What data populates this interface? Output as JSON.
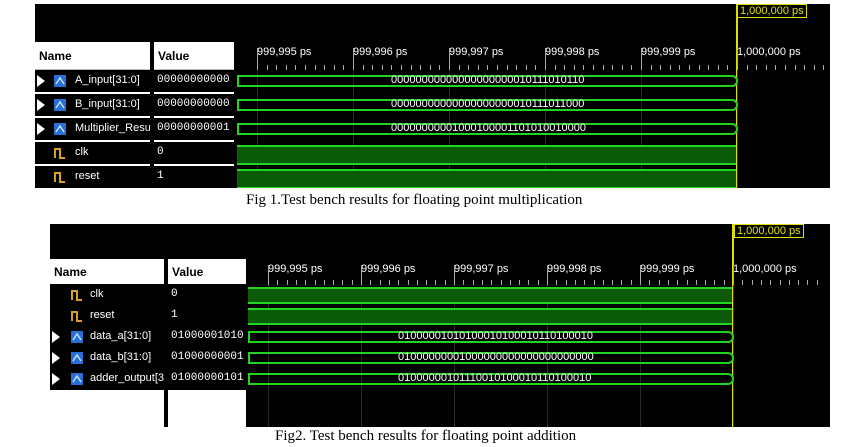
{
  "fig1": {
    "caption": "Fig 1.Test bench results for floating point multiplication",
    "cursor_label": "1,000,000 ps",
    "col_name": "Name",
    "col_value": "Value",
    "ticks": [
      "999,995 ps",
      "999,996 ps",
      "999,997 ps",
      "999,998 ps",
      "999,999 ps",
      "1,000,000 ps"
    ],
    "signals": [
      {
        "name": "A_input[31:0]",
        "value": "00000000000",
        "wave": "00000000000000000000010111010110",
        "kind": "bus"
      },
      {
        "name": "B_input[31:0]",
        "value": "00000000000",
        "wave": "00000000000000000000010111011000",
        "kind": "bus"
      },
      {
        "name": "Multiplier_Resu",
        "value": "00000000001",
        "wave": "00000000001000100001101010010000",
        "kind": "bus"
      },
      {
        "name": "clk",
        "value": "0",
        "kind": "bit"
      },
      {
        "name": "reset",
        "value": "1",
        "kind": "bit"
      }
    ]
  },
  "fig2": {
    "caption": "Fig2. Test bench results for floating point addition",
    "cursor_label": "1,000,000 ps",
    "col_name": "Name",
    "col_value": "Value",
    "ticks": [
      "999,995 ps",
      "999,996 ps",
      "999,997 ps",
      "999,998 ps",
      "999,999 ps",
      "1,000,000 ps"
    ],
    "signals": [
      {
        "name": "clk",
        "value": "0",
        "kind": "bit"
      },
      {
        "name": "reset",
        "value": "1",
        "kind": "bit"
      },
      {
        "name": "data_a[31:0]",
        "value": "01000001010",
        "wave": "01000001010100010100010110100010",
        "kind": "bus"
      },
      {
        "name": "data_b[31:0]",
        "value": "01000000001",
        "wave": "01000000001000000000000000000000",
        "kind": "bus"
      },
      {
        "name": "adder_output[3",
        "value": "01000000101",
        "wave": "01000000101110010100010110100010",
        "kind": "bus"
      }
    ]
  },
  "colors": {
    "wave_green": "#22d422",
    "cursor_yellow": "#e0e000",
    "background": "#000000"
  },
  "icons": [
    "expand-arrow-icon",
    "bus-signal-icon",
    "bit-signal-icon"
  ]
}
